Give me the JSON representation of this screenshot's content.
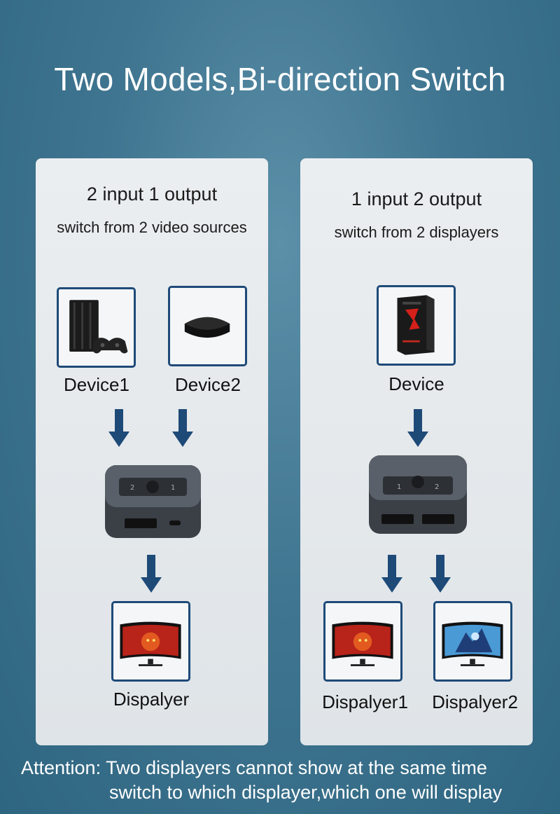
{
  "title": "Two Models,Bi-direction Switch",
  "left_panel": {
    "heading": "2 input 1 output",
    "subheading": "switch from 2 video sources",
    "device1_label": "Device1",
    "device2_label": "Device2",
    "output_label": "Dispalyer"
  },
  "right_panel": {
    "heading": "1 input 2 output",
    "subheading": "switch from 2 displayers",
    "device_label": "Device",
    "output1_label": "Dispalyer1",
    "output2_label": "Dispalyer2"
  },
  "attention": {
    "line1": "Attention: Two displayers cannot show at the same time",
    "line2": "switch to which displayer,which one will display"
  },
  "switch_port_numbers": {
    "left": [
      "2",
      "1"
    ],
    "right": [
      "1",
      "2"
    ]
  },
  "colors": {
    "accent": "#1e4a78",
    "background": "#3f7590",
    "panel": "#e6eaed"
  }
}
